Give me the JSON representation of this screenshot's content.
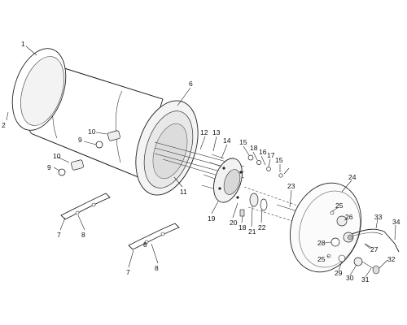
{
  "callouts": [
    {
      "id": "1",
      "text": "1"
    },
    {
      "id": "2",
      "text": "2"
    },
    {
      "id": "6",
      "text": "6"
    },
    {
      "id": "7a",
      "text": "7"
    },
    {
      "id": "7b",
      "text": "7"
    },
    {
      "id": "8a",
      "text": "8"
    },
    {
      "id": "8b",
      "text": "8"
    },
    {
      "id": "8c",
      "text": "8"
    },
    {
      "id": "9a",
      "text": "9"
    },
    {
      "id": "9b",
      "text": "9"
    },
    {
      "id": "10a",
      "text": "10"
    },
    {
      "id": "10b",
      "text": "10"
    },
    {
      "id": "11",
      "text": "11"
    },
    {
      "id": "12",
      "text": "12"
    },
    {
      "id": "13",
      "text": "13"
    },
    {
      "id": "14",
      "text": "14"
    },
    {
      "id": "15a",
      "text": "15"
    },
    {
      "id": "15b",
      "text": "15"
    },
    {
      "id": "16",
      "text": "16"
    },
    {
      "id": "17",
      "text": "17"
    },
    {
      "id": "18a",
      "text": "18"
    },
    {
      "id": "18b",
      "text": "18"
    },
    {
      "id": "19",
      "text": "19"
    },
    {
      "id": "20",
      "text": "20"
    },
    {
      "id": "21",
      "text": "21"
    },
    {
      "id": "22",
      "text": "22"
    },
    {
      "id": "23",
      "text": "23"
    },
    {
      "id": "24",
      "text": "24"
    },
    {
      "id": "25a",
      "text": "25"
    },
    {
      "id": "25b",
      "text": "25"
    },
    {
      "id": "26",
      "text": "26"
    },
    {
      "id": "27",
      "text": "27"
    },
    {
      "id": "28",
      "text": "28"
    },
    {
      "id": "29",
      "text": "29"
    },
    {
      "id": "30",
      "text": "30"
    },
    {
      "id": "31",
      "text": "31"
    },
    {
      "id": "32",
      "text": "32"
    },
    {
      "id": "33",
      "text": "33"
    },
    {
      "id": "34",
      "text": "34"
    }
  ]
}
